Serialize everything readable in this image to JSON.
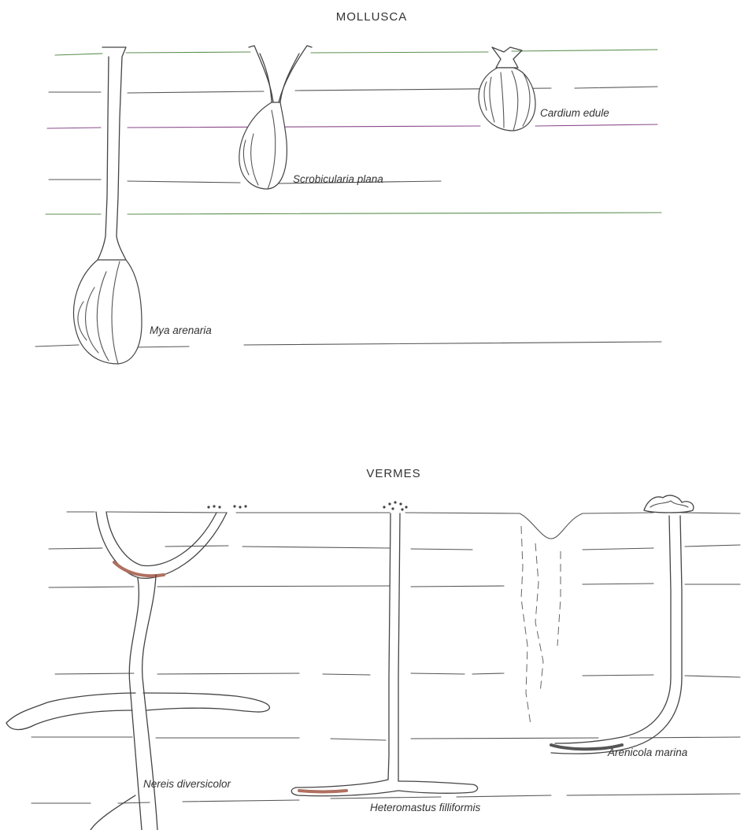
{
  "panels": {
    "mollusca": {
      "title": "MOLLUSCA",
      "species": {
        "mya": "Mya arenaria",
        "scrobicularia": "Scrobicularia plana",
        "cardium": "Cardium edule"
      }
    },
    "vermes": {
      "title": "VERMES",
      "species": {
        "nereis": "Nereis diversicolor",
        "heteromastus": "Heteromastus filliformis",
        "arenicola": "Arenicola marina"
      }
    }
  },
  "colors": {
    "ink": "#444444",
    "highlight_green": "#5d8f52",
    "highlight_purple": "#8a4a8a",
    "worm_tint": "#b07060"
  }
}
